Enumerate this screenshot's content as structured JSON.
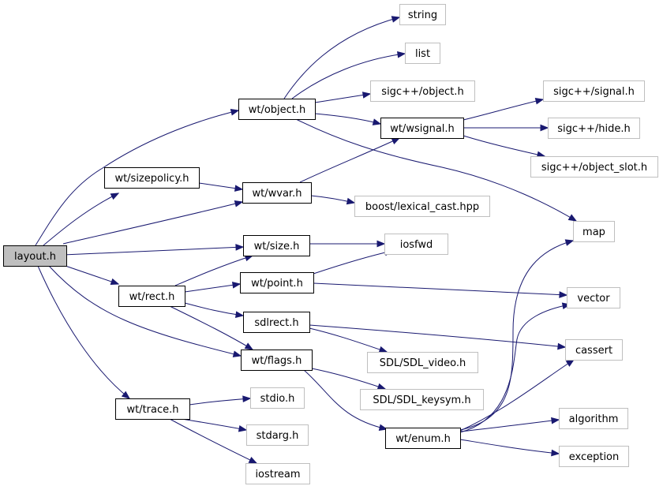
{
  "title": "",
  "colors": {
    "edge": "#191970",
    "node_border": "#000000",
    "external_border": "#bfbfbf",
    "root_fill": "#bfbfbf",
    "node_fill": "#ffffff",
    "text": "#000000"
  },
  "nodes": [
    {
      "id": "layout",
      "label": "layout.h",
      "kind": "root"
    },
    {
      "id": "object",
      "label": "wt/object.h",
      "kind": "header"
    },
    {
      "id": "sizepolicy",
      "label": "wt/sizepolicy.h",
      "kind": "header"
    },
    {
      "id": "wvar",
      "label": "wt/wvar.h",
      "kind": "header"
    },
    {
      "id": "size",
      "label": "wt/size.h",
      "kind": "header"
    },
    {
      "id": "rect",
      "label": "wt/rect.h",
      "kind": "header"
    },
    {
      "id": "point",
      "label": "wt/point.h",
      "kind": "header"
    },
    {
      "id": "sdlrect",
      "label": "sdlrect.h",
      "kind": "header"
    },
    {
      "id": "flags",
      "label": "wt/flags.h",
      "kind": "header"
    },
    {
      "id": "trace",
      "label": "wt/trace.h",
      "kind": "header"
    },
    {
      "id": "wsignal",
      "label": "wt/wsignal.h",
      "kind": "header"
    },
    {
      "id": "enum",
      "label": "wt/enum.h",
      "kind": "header"
    },
    {
      "id": "string",
      "label": "string",
      "kind": "external"
    },
    {
      "id": "list",
      "label": "list",
      "kind": "external"
    },
    {
      "id": "sigcobject",
      "label": "sigc++/object.h",
      "kind": "external"
    },
    {
      "id": "sigcsignal",
      "label": "sigc++/signal.h",
      "kind": "external"
    },
    {
      "id": "sigchide",
      "label": "sigc++/hide.h",
      "kind": "external"
    },
    {
      "id": "sigcslot",
      "label": "sigc++/object_slot.h",
      "kind": "external"
    },
    {
      "id": "lexical",
      "label": "boost/lexical_cast.hpp",
      "kind": "external"
    },
    {
      "id": "map",
      "label": "map",
      "kind": "external"
    },
    {
      "id": "iosfwd",
      "label": "iosfwd",
      "kind": "external"
    },
    {
      "id": "vector",
      "label": "vector",
      "kind": "external"
    },
    {
      "id": "cassert",
      "label": "cassert",
      "kind": "external"
    },
    {
      "id": "sdlvideo",
      "label": "SDL/SDL_video.h",
      "kind": "external"
    },
    {
      "id": "sdlkeysym",
      "label": "SDL/SDL_keysym.h",
      "kind": "external"
    },
    {
      "id": "stdio",
      "label": "stdio.h",
      "kind": "external"
    },
    {
      "id": "stdarg",
      "label": "stdarg.h",
      "kind": "external"
    },
    {
      "id": "iostream",
      "label": "iostream",
      "kind": "external"
    },
    {
      "id": "algorithm",
      "label": "algorithm",
      "kind": "external"
    },
    {
      "id": "exception",
      "label": "exception",
      "kind": "external"
    }
  ],
  "edges": [
    {
      "from": "layout",
      "to": "object"
    },
    {
      "from": "layout",
      "to": "sizepolicy"
    },
    {
      "from": "layout",
      "to": "wvar"
    },
    {
      "from": "layout",
      "to": "size"
    },
    {
      "from": "layout",
      "to": "rect"
    },
    {
      "from": "layout",
      "to": "flags"
    },
    {
      "from": "layout",
      "to": "trace"
    },
    {
      "from": "object",
      "to": "string"
    },
    {
      "from": "object",
      "to": "list"
    },
    {
      "from": "object",
      "to": "sigcobject"
    },
    {
      "from": "object",
      "to": "wsignal"
    },
    {
      "from": "object",
      "to": "map"
    },
    {
      "from": "sizepolicy",
      "to": "wvar"
    },
    {
      "from": "wvar",
      "to": "wsignal"
    },
    {
      "from": "wvar",
      "to": "lexical"
    },
    {
      "from": "wsignal",
      "to": "sigcsignal"
    },
    {
      "from": "wsignal",
      "to": "sigchide"
    },
    {
      "from": "wsignal",
      "to": "sigcslot"
    },
    {
      "from": "size",
      "to": "iosfwd"
    },
    {
      "from": "rect",
      "to": "size"
    },
    {
      "from": "rect",
      "to": "point"
    },
    {
      "from": "rect",
      "to": "sdlrect"
    },
    {
      "from": "rect",
      "to": "flags"
    },
    {
      "from": "point",
      "to": "iosfwd"
    },
    {
      "from": "point",
      "to": "vector"
    },
    {
      "from": "sdlrect",
      "to": "cassert"
    },
    {
      "from": "sdlrect",
      "to": "sdlvideo"
    },
    {
      "from": "flags",
      "to": "sdlkeysym"
    },
    {
      "from": "flags",
      "to": "enum"
    },
    {
      "from": "trace",
      "to": "stdio"
    },
    {
      "from": "trace",
      "to": "stdarg"
    },
    {
      "from": "trace",
      "to": "iostream"
    },
    {
      "from": "enum",
      "to": "map"
    },
    {
      "from": "enum",
      "to": "vector"
    },
    {
      "from": "enum",
      "to": "cassert"
    },
    {
      "from": "enum",
      "to": "algorithm"
    },
    {
      "from": "enum",
      "to": "exception"
    }
  ]
}
